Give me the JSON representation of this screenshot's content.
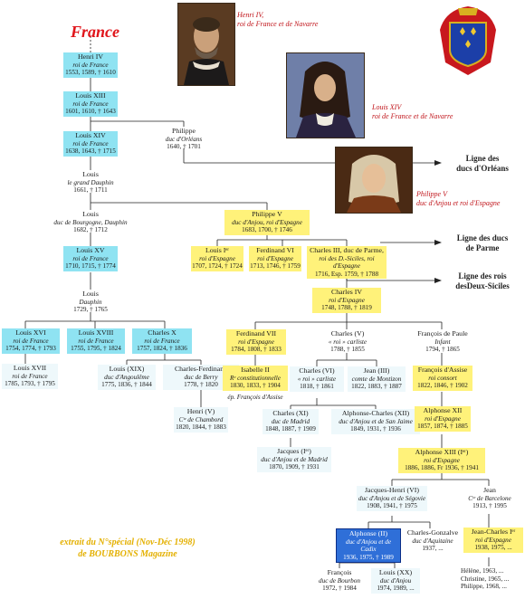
{
  "title": "France",
  "captions": {
    "henri_iv": [
      "Henri IV,",
      "roi de France et de Navarre"
    ],
    "louis_xiv": [
      "Louis XIV",
      "roi de France et de Navarre"
    ],
    "philippe_v": [
      "Philippe V",
      "duc d'Anjou et roi d'Espagne"
    ]
  },
  "lignes": {
    "orleans": [
      "Ligne des",
      "ducs d'Orléans"
    ],
    "parme": [
      "Ligne des ducs",
      "de Parme"
    ],
    "siciles": [
      "Ligne des rois",
      "desDeux-Siciles"
    ]
  },
  "credit": [
    "extrait du N°spécial (Nov-Déc 1998)",
    "de BOURBONS Magazine"
  ],
  "persons": {
    "henri4": {
      "name": "Henri IV",
      "title": "roi de France",
      "dates": "1553, 1589, † 1610"
    },
    "louis13": {
      "name": "Louis XIII",
      "title": "roi de France",
      "dates": "1601, 1610, † 1643"
    },
    "louis14": {
      "name": "Louis XIV",
      "title": "roi de France",
      "dates": "1638, 1643, † 1715"
    },
    "philippe_orl": {
      "name": "Philippe",
      "title": "duc d'Orléans",
      "dates": "1640, † 1701"
    },
    "gd_dauphin": {
      "name": "Louis",
      "title": "le grand Dauphin",
      "dates": "1661, † 1711"
    },
    "louis_bourg": {
      "name": "Louis",
      "title": "duc de Bourgogne, Dauphin",
      "dates": "1682, † 1712"
    },
    "philippe5": {
      "name": "Philippe V",
      "title": "duc d'Anjou, roi d'Espagne",
      "dates": "1683, 1700, † 1746"
    },
    "louis15": {
      "name": "Louis XV",
      "title": "roi de France",
      "dates": "1710, 1715, † 1774"
    },
    "louis1": {
      "name": "Louis Iᵉʳ",
      "title": "roi d'Espagne",
      "dates": "1707, 1724, † 1724"
    },
    "ferdinand6": {
      "name": "Ferdinand VI",
      "title": "roi d'Espagne",
      "dates": "1713, 1746, † 1759"
    },
    "charles3": {
      "name": "Charles III, duc de Parme,",
      "title": "roi des D.-Siciles, roi d'Espagne",
      "dates": "1716, Esp. 1759, † 1788"
    },
    "louis_dauphin": {
      "name": "Louis",
      "title": "Dauphin",
      "dates": "1729, † 1765"
    },
    "charles4": {
      "name": "Charles IV",
      "title": "roi d'Espagne",
      "dates": "1748, 1788, † 1819"
    },
    "louis16": {
      "name": "Louis XVI",
      "title": "roi de France",
      "dates": "1754, 1774, † 1793"
    },
    "louis18": {
      "name": "Louis XVIII",
      "title": "roi de France",
      "dates": "1755, 1795, † 1824"
    },
    "charles10": {
      "name": "Charles X",
      "title": "roi de France",
      "dates": "1757, 1824, † 1836"
    },
    "ferdinand7": {
      "name": "Ferdinand VII",
      "title": "roi d'Espagne",
      "dates": "1784, 1808, † 1833"
    },
    "charles5": {
      "name": "Charles (V)",
      "title": "« roi » carliste",
      "dates": "1788, † 1855"
    },
    "francois_paule": {
      "name": "François de Paule",
      "title": "Infant",
      "dates": "1794, † 1865"
    },
    "louis17": {
      "name": "Louis XVII",
      "title": "roi de France",
      "dates": "1785, 1793, † 1795"
    },
    "louis19": {
      "name": "Louis (XIX)",
      "title": "duc d'Angoulême",
      "dates": "1775, 1836, † 1844"
    },
    "charles_ferd": {
      "name": "Charles-Ferdinand",
      "title": "duc de Berry",
      "dates": "1778, † 1820"
    },
    "isabelle2": {
      "name": "Isabelle II",
      "title": "Rᵉ constitutionnelle",
      "dates": "1830, 1833, † 1904",
      "note": "ép. François d'Assise"
    },
    "charles6": {
      "name": "Charles (VI)",
      "title": "« roi » carliste",
      "dates": "1818, † 1861"
    },
    "jean3": {
      "name": "Jean (III)",
      "title": "comte de Montizon",
      "dates": "1822, 1883, † 1887"
    },
    "francois_assise": {
      "name": "François d'Assise",
      "title": "roi consort",
      "dates": "1822, 1846, † 1902"
    },
    "henri5": {
      "name": "Henri (V)",
      "title": "Cᵗᵉ de Chambord",
      "dates": "1820, 1844, † 1883"
    },
    "charles11": {
      "name": "Charles (XI)",
      "title": "duc de Madrid",
      "dates": "1848, 1887, † 1909"
    },
    "alphonse_ch12": {
      "name": "Alphonse-Charles (XII)",
      "title": "duc d'Anjou et de San Jaime",
      "dates": "1849, 1931, † 1936"
    },
    "alphonse12": {
      "name": "Alphonse XII",
      "title": "roi d'Espagne",
      "dates": "1857, 1874, † 1885"
    },
    "jacques1": {
      "name": "Jacques (Iᵉʳ)",
      "title": "duc d'Anjou et de Madrid",
      "dates": "1870, 1909, † 1931"
    },
    "alphonse13": {
      "name": "Alphonse XIII (Iᵉʳ)",
      "title": "roi d'Espagne",
      "dates": "1886, 1886, Fr 1936, † 1941"
    },
    "jacques_henri6": {
      "name": "Jacques-Henri (VI)",
      "title": "duc d'Anjou et de Ségovie",
      "dates": "1908, 1941, † 1975"
    },
    "jean_barc": {
      "name": "Jean",
      "title": "Cᵗᵉ de Barcelone",
      "dates": "1913, † 1995"
    },
    "alphonse2": {
      "name": "Alphonse (II)",
      "title": "duc d'Anjou et de Cadix",
      "dates": "1936, 1975, † 1989"
    },
    "charles_gonz": {
      "name": "Charles-Gonzalve",
      "title": "duc d'Aquitaine",
      "dates": "1937, ..."
    },
    "juan_carlos": {
      "name": "Jean-Charles Iᵉʳ",
      "title": "roi d'Espagne",
      "dates": "1938, 1975, ..."
    },
    "francois_bourbon": {
      "name": "François",
      "title": "duc de Bourbon",
      "dates": "1972, † 1984"
    },
    "louis20": {
      "name": "Louis (XX)",
      "title": "duc d'Anjou",
      "dates": "1974, 1989, ..."
    },
    "infantes": {
      "lines": [
        "Hélène, 1963, ...",
        "Christine, 1965, ...",
        "Philippe, 1968, ..."
      ]
    }
  }
}
